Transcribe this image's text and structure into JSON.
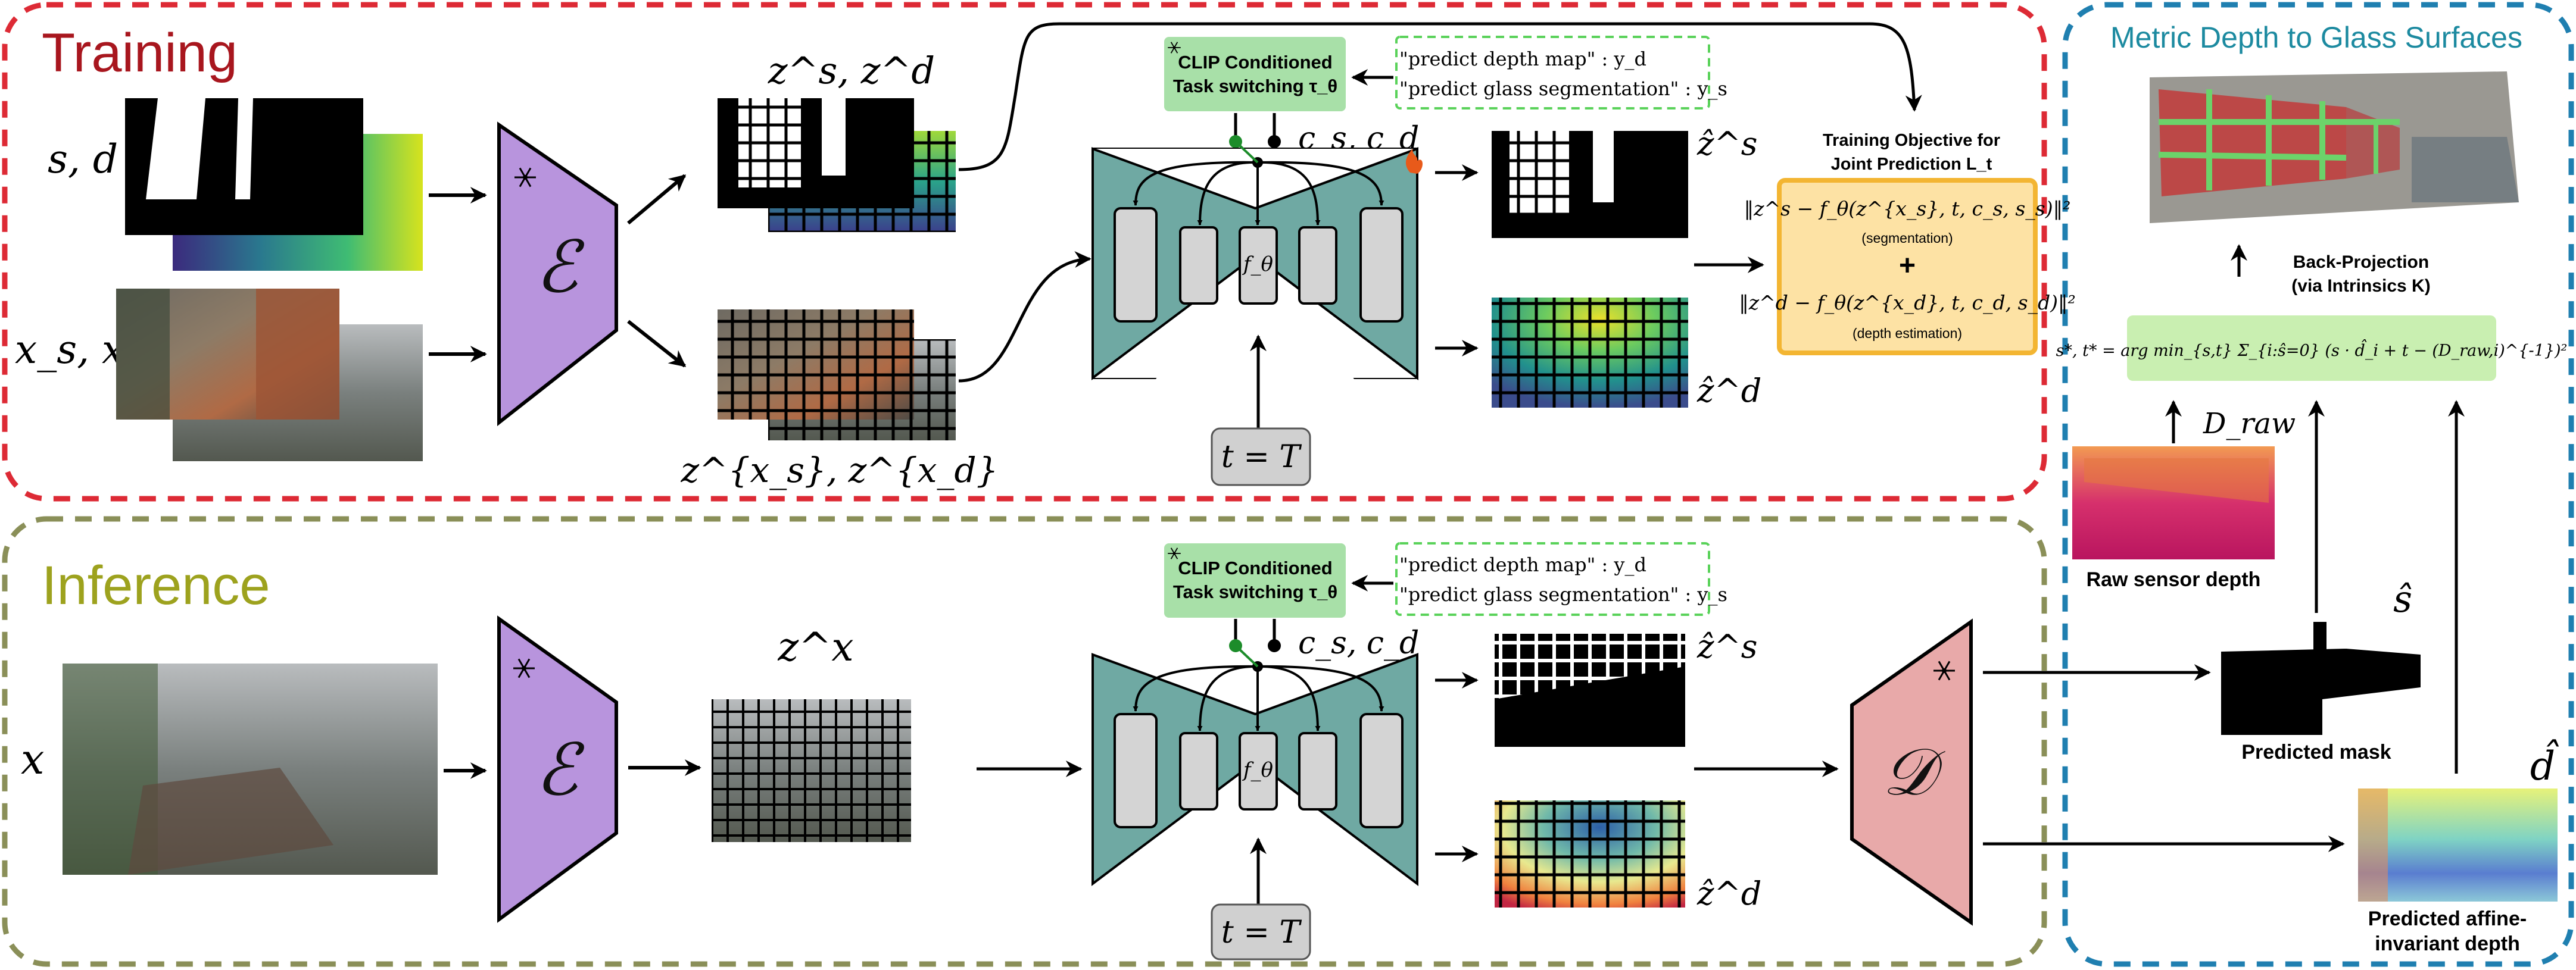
{
  "panels": {
    "training": "Training",
    "inference": "Inference",
    "metric": "Metric Depth to Glass Surfaces"
  },
  "colors": {
    "training_border": "#dd2a35",
    "inference_border": "#8a8f58",
    "metric_border": "#1f7fb0",
    "training_title": "#a8161e",
    "inference_title": "#9da21e",
    "metric_title": "#1c8aa0",
    "encoder_fill": "#b894dd",
    "decoder_fill": "#e8a9a9",
    "unet_fill": "#6fa9a3",
    "clip_fill": "#a8e0a8",
    "objective_fill": "#fde2a4",
    "objective_border": "#f3b532",
    "formula_fill": "#c9efb1"
  },
  "training": {
    "input_seg_depth": "s, d",
    "input_images": "x_s, x_d",
    "latent_seg_depth": "z^s, z^d",
    "latent_images": "z^{x_s}, z^{x_d}",
    "clip_box": {
      "line1": "CLIP Conditioned",
      "line2": "Task switching τ_θ"
    },
    "prompt_depth": "\"predict depth map\" : y_d",
    "prompt_glass": "\"predict glass segmentation\" : y_s",
    "conditions": "c_s, c_d",
    "unet_label": "f_θ",
    "timestep": "t = T",
    "output_seg": "ẑ^s",
    "output_depth": "ẑ^d",
    "objective_title_1": "Training Objective for",
    "objective_title_2": "Joint Prediction  L_t",
    "objective_seg_formula": "‖z^s − f_θ(z^{x_s}, t, c_s, s_s)‖²",
    "objective_seg_caption": "(segmentation)",
    "objective_plus": "+",
    "objective_depth_formula": "‖z^d − f_θ(z^{x_d}, t, c_d, s_d)‖²",
    "objective_depth_caption": "(depth estimation)"
  },
  "inference": {
    "input_image": "x",
    "latent": "z^x",
    "clip_box": {
      "line1": "CLIP Conditioned",
      "line2": "Task switching τ_θ"
    },
    "prompt_depth": "\"predict depth map\" : y_d",
    "prompt_glass": "\"predict glass segmentation\" : y_s",
    "conditions": "c_s, c_d",
    "unet_label": "f_θ",
    "timestep": "t = T",
    "output_seg": "ẑ^s",
    "output_depth": "ẑ^d"
  },
  "encoder_symbol": "ℰ",
  "decoder_symbol": "𝒟",
  "metric": {
    "back_projection_1": "Back-Projection",
    "back_projection_2": "(via Intrinsics K)",
    "formula": "s*, t* = arg min_{s,t} Σ_{i:ŝ=0} (s · d̂_i + t − (D_raw,i)^{-1})²",
    "raw_label": "D_raw",
    "raw_caption": "Raw sensor depth",
    "mask_symbol": "ŝ",
    "mask_caption": "Predicted mask",
    "depth_symbol": "d̂",
    "depth_caption_1": "Predicted affine-",
    "depth_caption_2": "invariant depth"
  }
}
